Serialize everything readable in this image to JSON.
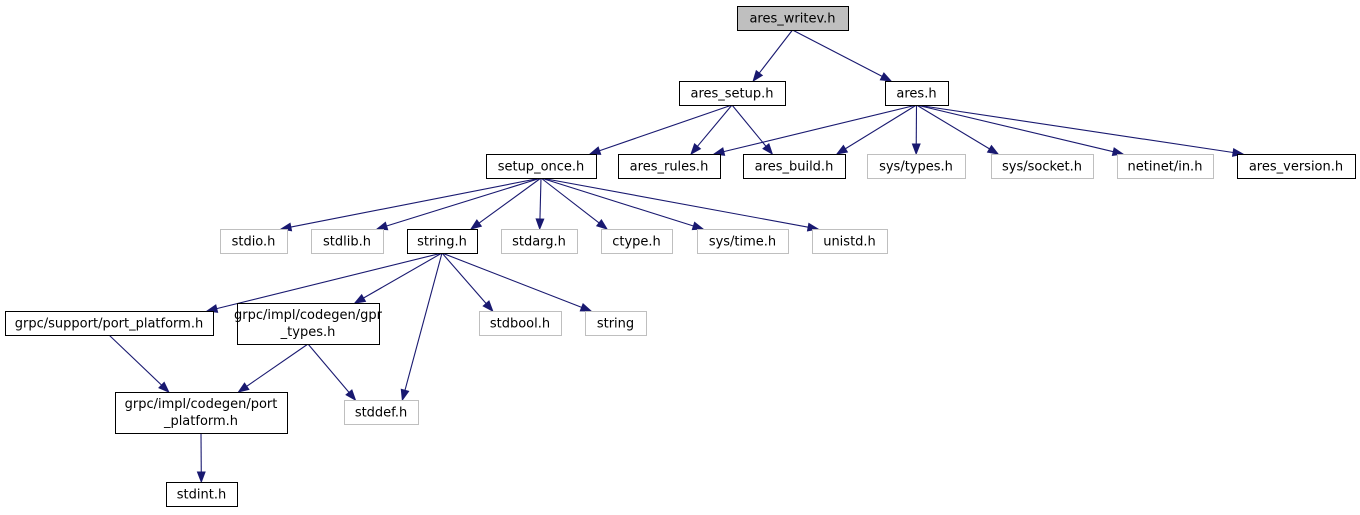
{
  "nodes": [
    {
      "id": "ares_writev",
      "label": "ares_writev.h",
      "kind": "root"
    },
    {
      "id": "ares_setup",
      "label": "ares_setup.h",
      "kind": "internal"
    },
    {
      "id": "ares",
      "label": "ares.h",
      "kind": "internal"
    },
    {
      "id": "setup_once",
      "label": "setup_once.h",
      "kind": "internal"
    },
    {
      "id": "ares_rules",
      "label": "ares_rules.h",
      "kind": "internal"
    },
    {
      "id": "ares_build",
      "label": "ares_build.h",
      "kind": "internal"
    },
    {
      "id": "sys_types",
      "label": "sys/types.h",
      "kind": "external"
    },
    {
      "id": "sys_socket",
      "label": "sys/socket.h",
      "kind": "external"
    },
    {
      "id": "netinet_in",
      "label": "netinet/in.h",
      "kind": "external"
    },
    {
      "id": "ares_version",
      "label": "ares_version.h",
      "kind": "internal"
    },
    {
      "id": "stdio",
      "label": "stdio.h",
      "kind": "external"
    },
    {
      "id": "stdlib",
      "label": "stdlib.h",
      "kind": "external"
    },
    {
      "id": "string_h",
      "label": "string.h",
      "kind": "internal"
    },
    {
      "id": "stdarg",
      "label": "stdarg.h",
      "kind": "external"
    },
    {
      "id": "ctype",
      "label": "ctype.h",
      "kind": "external"
    },
    {
      "id": "sys_time",
      "label": "sys/time.h",
      "kind": "external"
    },
    {
      "id": "unistd",
      "label": "unistd.h",
      "kind": "external"
    },
    {
      "id": "grpc_support_pp",
      "label": "grpc/support/port_platform.h",
      "kind": "internal"
    },
    {
      "id": "gpr_types",
      "label": [
        "grpc/impl/codegen/gpr",
        "_types.h"
      ],
      "kind": "internal"
    },
    {
      "id": "stdbool",
      "label": "stdbool.h",
      "kind": "external"
    },
    {
      "id": "string",
      "label": "string",
      "kind": "external"
    },
    {
      "id": "codegen_pp",
      "label": [
        "grpc/impl/codegen/port",
        "_platform.h"
      ],
      "kind": "internal"
    },
    {
      "id": "stddef",
      "label": "stddef.h",
      "kind": "external"
    },
    {
      "id": "stdint",
      "label": "stdint.h",
      "kind": "internal"
    }
  ],
  "edges": [
    [
      "ares_writev",
      "ares_setup"
    ],
    [
      "ares_writev",
      "ares"
    ],
    [
      "ares_setup",
      "setup_once"
    ],
    [
      "ares_setup",
      "ares_rules"
    ],
    [
      "ares_setup",
      "ares_build"
    ],
    [
      "ares",
      "ares_rules"
    ],
    [
      "ares",
      "ares_build"
    ],
    [
      "ares",
      "sys_types"
    ],
    [
      "ares",
      "sys_socket"
    ],
    [
      "ares",
      "netinet_in"
    ],
    [
      "ares",
      "ares_version"
    ],
    [
      "setup_once",
      "stdio"
    ],
    [
      "setup_once",
      "stdlib"
    ],
    [
      "setup_once",
      "string_h"
    ],
    [
      "setup_once",
      "stdarg"
    ],
    [
      "setup_once",
      "ctype"
    ],
    [
      "setup_once",
      "sys_time"
    ],
    [
      "setup_once",
      "unistd"
    ],
    [
      "string_h",
      "grpc_support_pp"
    ],
    [
      "string_h",
      "gpr_types"
    ],
    [
      "string_h",
      "stdbool"
    ],
    [
      "string_h",
      "string"
    ],
    [
      "string_h",
      "stddef"
    ],
    [
      "grpc_support_pp",
      "codegen_pp"
    ],
    [
      "gpr_types",
      "codegen_pp"
    ],
    [
      "gpr_types",
      "stddef"
    ],
    [
      "codegen_pp",
      "stdint"
    ]
  ]
}
